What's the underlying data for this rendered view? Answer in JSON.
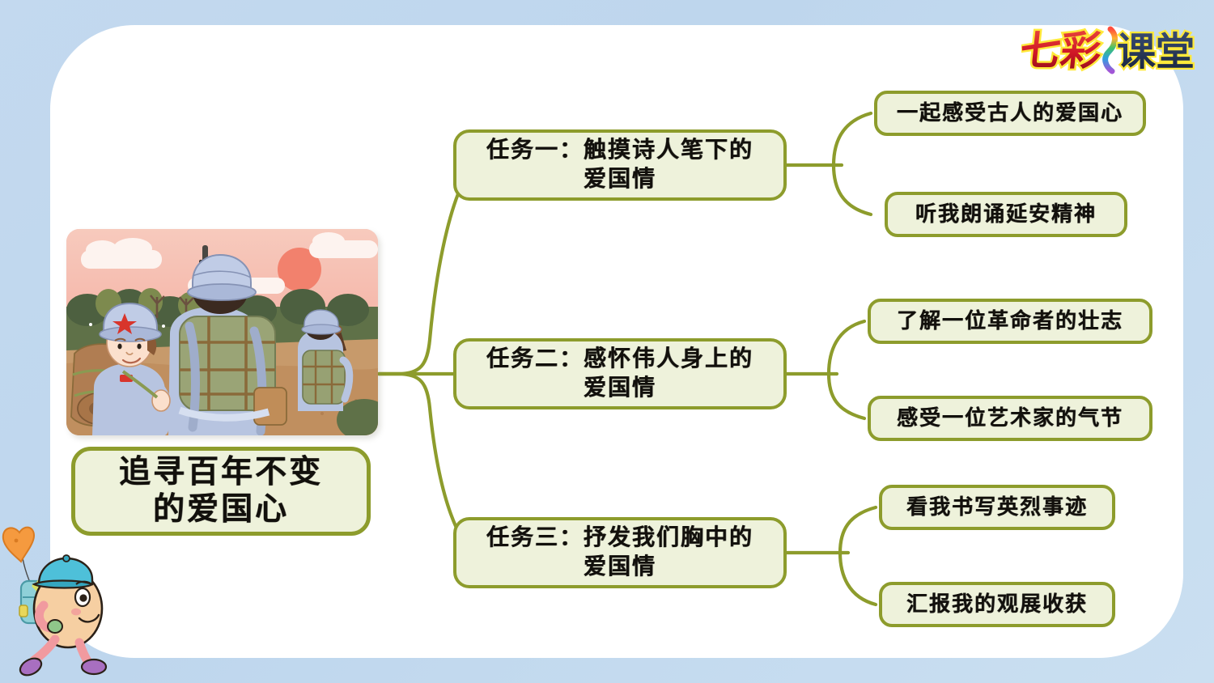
{
  "brand": {
    "logo_text_color": "七彩",
    "logo_text_dark": "课堂",
    "logo_full": "七彩课堂",
    "colors": {
      "red": "#cf1726",
      "dark": "#1b2a4a",
      "outline": "#ffe93a"
    }
  },
  "theme": {
    "background": "#c3d9ef",
    "panel": "#ffffff",
    "node_fill": "#eef2db",
    "node_border": "#8d9c2c",
    "connector": "#8d9c2c",
    "text": "#12100c"
  },
  "central": {
    "title": "追寻百年不变\n的爱国心",
    "title_plain": "追寻百年不变的爱国心"
  },
  "illustration": {
    "alt": "红军战士行军插图",
    "caption": "",
    "palette": {
      "sky": "#f6bfb3",
      "sun": "#f2816d",
      "cloud": "#fdf2ee",
      "tree_dark": "#4f6242",
      "tree_mid": "#6b7c4c",
      "ground": "#c49566",
      "uniform": "#b7c4e0",
      "pack": "#97a173",
      "skin": "#fbe0cd",
      "star": "#d8352c"
    }
  },
  "mascot": {
    "name": "七彩课堂吉祥物",
    "balloon": "heart-balloon",
    "palette": {
      "body": "#f6cfa2",
      "cap": "#4ec0d9",
      "limb": "#f19a9f",
      "shoe": "#a86fc0",
      "bag": "#8fd0d8",
      "strap": "#d8e060",
      "balloon": "#f59a3f"
    }
  },
  "tasks": [
    {
      "id": "task-1",
      "label": "任务一：触摸诗人笔下的\n爱国情",
      "label_plain": "任务一：触摸诗人笔下的爱国情",
      "children": [
        {
          "id": "leaf-1-1",
          "label": "一起感受古人的爱国心"
        },
        {
          "id": "leaf-1-2",
          "label": "听我朗诵延安精神"
        }
      ]
    },
    {
      "id": "task-2",
      "label": "任务二：感怀伟人身上的\n爱国情",
      "label_plain": "任务二：感怀伟人身上的爱国情",
      "children": [
        {
          "id": "leaf-2-1",
          "label": "了解一位革命者的壮志"
        },
        {
          "id": "leaf-2-2",
          "label": "感受一位艺术家的气节"
        }
      ]
    },
    {
      "id": "task-3",
      "label": "任务三：抒发我们胸中的\n爱国情",
      "label_plain": "任务三：抒发我们胸中的爱国情",
      "children": [
        {
          "id": "leaf-3-1",
          "label": "看我书写英烈事迹"
        },
        {
          "id": "leaf-3-2",
          "label": "汇报我的观展收获"
        }
      ]
    }
  ]
}
